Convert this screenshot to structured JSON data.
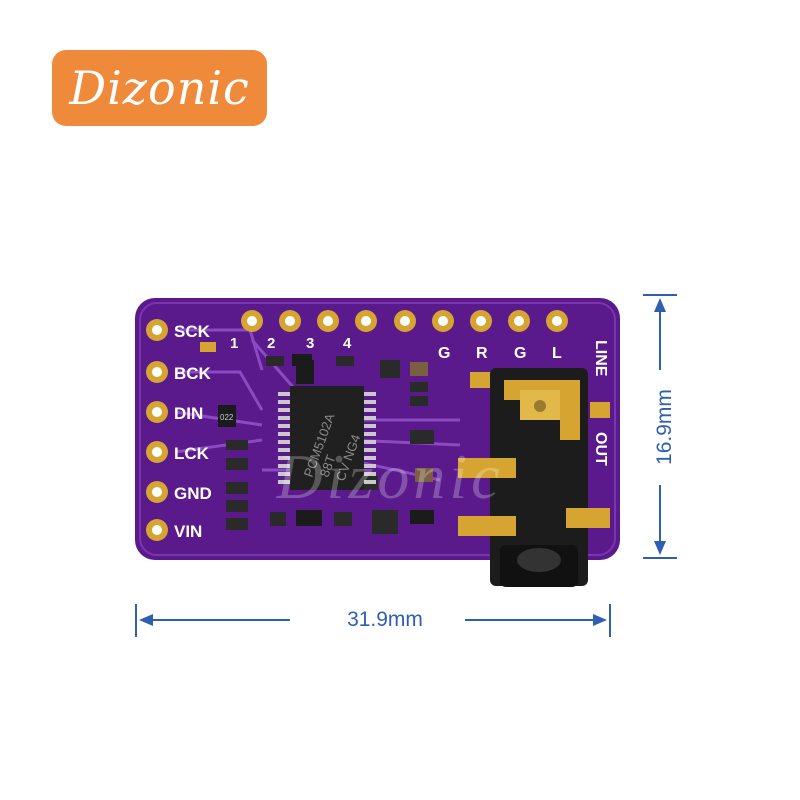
{
  "brand": {
    "logo_text": "Dizonic",
    "badge_color": "#ef8a3b"
  },
  "board": {
    "pcb_color": "#5a1a8c",
    "pin_labels_left": [
      "SCK",
      "BCK",
      "DIN",
      "LCK",
      "GND",
      "VIN"
    ],
    "pin_numbers_top": [
      "1",
      "2",
      "3",
      "4"
    ],
    "pin_labels_top_right": [
      "G",
      "R",
      "G",
      "L"
    ],
    "output_labels": [
      "LINE",
      "OUT"
    ],
    "chip_marking": [
      "PCM5102A",
      "88T",
      "CV NG4"
    ],
    "resistor_marking": "022"
  },
  "dimensions": {
    "width_label": "31.9mm",
    "height_label": "16.9mm",
    "line_color": "#2f5fb0"
  }
}
